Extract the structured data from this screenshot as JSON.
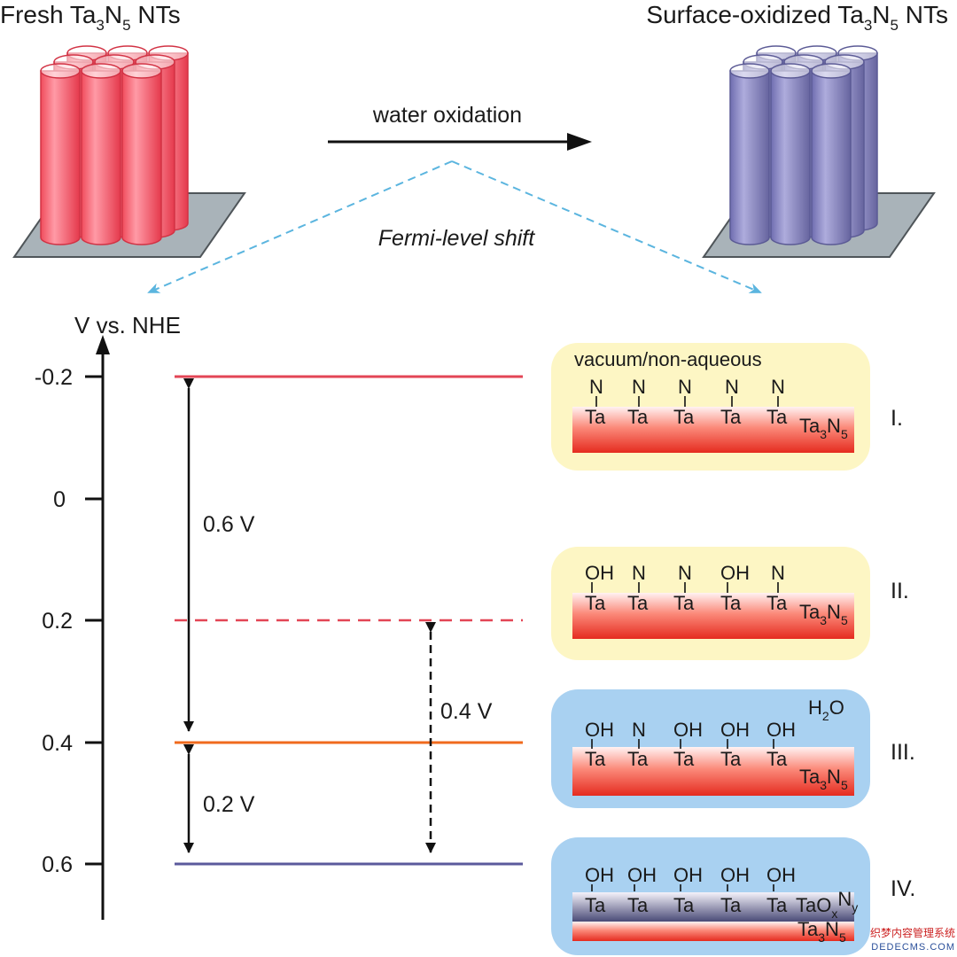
{
  "header": {
    "left_title": {
      "pre": "Fresh Ta",
      "s1": "3",
      "mid": "N",
      "s2": "5",
      "post": " NTs"
    },
    "right_title": {
      "pre": "Surface-oxidized Ta",
      "s1": "3",
      "mid": "N",
      "s2": "5",
      "post": " NTs"
    },
    "process_label": "water oxidation",
    "shift_label": "Fermi-level shift"
  },
  "axis": {
    "label": "V vs. NHE",
    "ticks": [
      "-0.2",
      "0",
      "0.2",
      "0.4",
      "0.6"
    ]
  },
  "gaps": {
    "g1": "0.6 V",
    "g2": "0.2 V",
    "g3": "0.4 V"
  },
  "panels": {
    "p1": {
      "numeral": "I.",
      "env": "vacuum/non-aqueous",
      "top": [
        "N",
        "N",
        "N",
        "N",
        "N"
      ],
      "ta": "Ta"
    },
    "p2": {
      "numeral": "II.",
      "top": [
        "OH",
        "N",
        "N",
        "OH",
        "N"
      ],
      "ta": "Ta"
    },
    "p3": {
      "numeral": "III.",
      "top": [
        "OH",
        "N",
        "OH",
        "OH",
        "OH"
      ],
      "ta": "Ta",
      "water": {
        "pre": "H",
        "s": "2",
        "post": "O"
      }
    },
    "p4": {
      "numeral": "IV.",
      "top": [
        "OH",
        "OH",
        "OH",
        "OH",
        "OH"
      ],
      "ta": "Ta",
      "oxide": {
        "pre": "TaO",
        "sx": "x",
        "mid": "N",
        "sy": "y"
      }
    },
    "compound": {
      "pre": "Ta",
      "s1": "3",
      "mid": "N",
      "s2": "5"
    }
  },
  "watermark": {
    "line1": "织梦内容管理系统",
    "line2": "DEDECMS.COM"
  },
  "colors": {
    "fresh": "#f06070",
    "oxidized": "#8a88c4",
    "substrate": "#a9b3b9",
    "panel_dry": "#fdf6c4",
    "panel_wet": "#a9d1f1",
    "level_top": "#e34555",
    "level_mid": "#f06a1d",
    "level_bottom": "#5b5a9c",
    "dashed_arrow": "#5bb5df"
  }
}
